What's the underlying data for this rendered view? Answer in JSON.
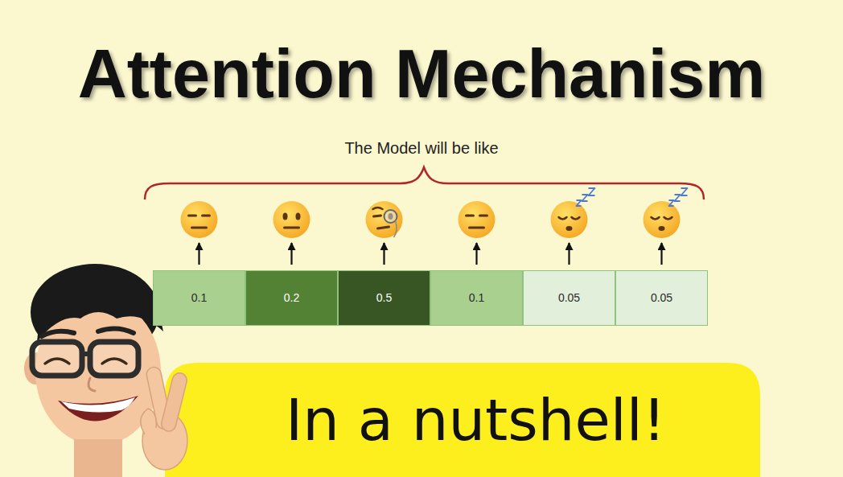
{
  "diagram": {
    "title": "Attention Mechanism",
    "nodes": [
      {
        "text": [
          "0.1"
        ]
      },
      {
        "text": [
          "0.2"
        ]
      },
      {
        "text": [
          "0.5"
        ]
      },
      {
        "text": [
          "0.1"
        ]
      },
      {
        "text": [
          "0.05"
        ]
      },
      {
        "text": [
          "0.05"
        ]
      },
      {
        "text": [
          "In a nutshell!"
        ]
      }
    ],
    "labels": [
      "The Model will be like"
    ]
  }
}
